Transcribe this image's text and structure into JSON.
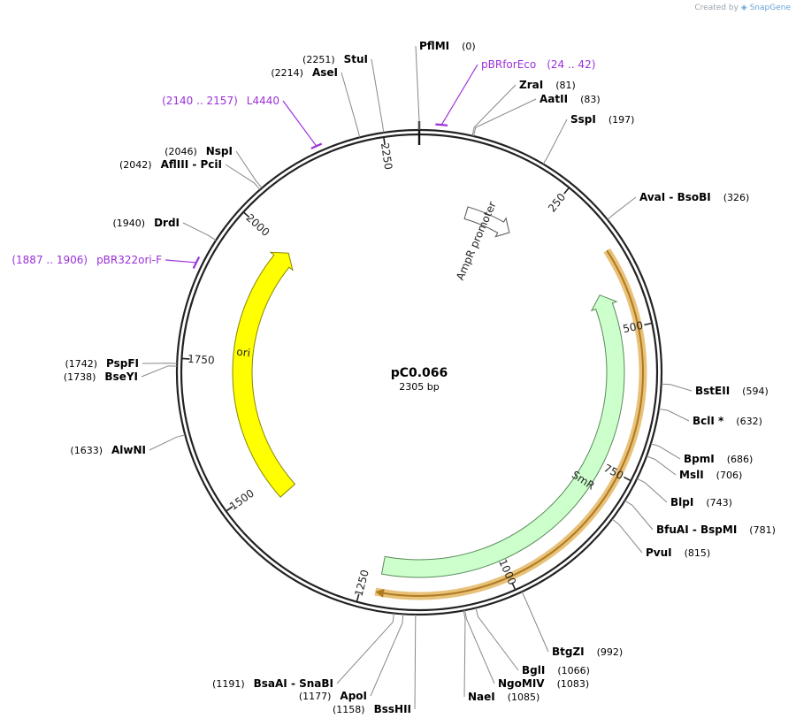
{
  "watermark": {
    "prefix": "Created by",
    "brand": "SnapGene"
  },
  "plasmid": {
    "name": "pC0.066",
    "size_label": "2305 bp",
    "length": 2305
  },
  "ticks": [
    {
      "pos": 250,
      "label": "250"
    },
    {
      "pos": 500,
      "label": "500"
    },
    {
      "pos": 750,
      "label": "750"
    },
    {
      "pos": 1000,
      "label": "1000"
    },
    {
      "pos": 1250,
      "label": "1250"
    },
    {
      "pos": 1500,
      "label": "1500"
    },
    {
      "pos": 1750,
      "label": "1750"
    },
    {
      "pos": 2000,
      "label": "2000"
    },
    {
      "pos": 2250,
      "label": "2250"
    }
  ],
  "features": [
    {
      "name": "AmpR promoter",
      "start": 105,
      "end": 210,
      "direction": 1,
      "color": "#ffffff",
      "stroke": "#555555"
    },
    {
      "name": "SmR",
      "start": 428,
      "end": 1220,
      "direction": -1,
      "color": "#ccffcc",
      "stroke": "#5a8a5a"
    },
    {
      "name": "ori",
      "start": 1460,
      "end": 2000,
      "direction": 1,
      "color": "#ffff00",
      "stroke": "#888800"
    }
  ],
  "highlight": {
    "start": 365,
    "end": 1225,
    "color": "#e8c27a",
    "inner": "#b07a20"
  },
  "sites": [
    {
      "name": "PflMI",
      "pos": 0,
      "label_pos": "(0)"
    },
    {
      "name": "ZraI",
      "pos": 81,
      "label_pos": "(81)"
    },
    {
      "name": "AatII",
      "pos": 83,
      "label_pos": "(83)"
    },
    {
      "name": "SspI",
      "pos": 197,
      "label_pos": "(197)"
    },
    {
      "name": "AvaI  -  BsoBI",
      "pos": 326,
      "label_pos": "(326)"
    },
    {
      "name": "BstEII",
      "pos": 594,
      "label_pos": "(594)"
    },
    {
      "name": "BclI *",
      "pos": 632,
      "label_pos": "(632)"
    },
    {
      "name": "BpmI",
      "pos": 686,
      "label_pos": "(686)"
    },
    {
      "name": "MslI",
      "pos": 706,
      "label_pos": "(706)"
    },
    {
      "name": "BlpI",
      "pos": 743,
      "label_pos": "(743)"
    },
    {
      "name": "BfuAI  -  BspMI",
      "pos": 781,
      "label_pos": "(781)"
    },
    {
      "name": "PvuI",
      "pos": 815,
      "label_pos": "(815)"
    },
    {
      "name": "BtgZI",
      "pos": 992,
      "label_pos": "(992)"
    },
    {
      "name": "BglI",
      "pos": 1066,
      "label_pos": "(1066)"
    },
    {
      "name": "NgoMIV",
      "pos": 1083,
      "label_pos": "(1083)"
    },
    {
      "name": "NaeI",
      "pos": 1085,
      "label_pos": "(1085)"
    },
    {
      "name": "BssHII",
      "pos": 1158,
      "label_pos": "(1158)"
    },
    {
      "name": "ApoI",
      "pos": 1177,
      "label_pos": "(1177)"
    },
    {
      "name": "BsaAI  -  SnaBI",
      "pos": 1191,
      "label_pos": "(1191)"
    },
    {
      "name": "AlwNI",
      "pos": 1633,
      "label_pos": "(1633)"
    },
    {
      "name": "BseYI",
      "pos": 1738,
      "label_pos": "(1738)"
    },
    {
      "name": "PspFI",
      "pos": 1742,
      "label_pos": "(1742)"
    },
    {
      "name": "DrdI",
      "pos": 1940,
      "label_pos": "(1940)"
    },
    {
      "name": "AflIII  -  PciI",
      "pos": 2042,
      "label_pos": "(2042)"
    },
    {
      "name": "NspI",
      "pos": 2046,
      "label_pos": "(2046)"
    },
    {
      "name": "AseI",
      "pos": 2214,
      "label_pos": "(2214)"
    },
    {
      "name": "StuI",
      "pos": 2251,
      "label_pos": "(2251)"
    }
  ],
  "primers": [
    {
      "name": "pBRforEco",
      "range": "(24 .. 42)",
      "start": 24,
      "end": 42,
      "color": "#9b30d9"
    },
    {
      "name": "L4440",
      "range": "(2140 .. 2157)",
      "start": 2140,
      "end": 2157,
      "color": "#9b30d9"
    },
    {
      "name": "pBR322ori-F",
      "range": "(1887 .. 1906)",
      "start": 1887,
      "end": 1906,
      "color": "#9b30d9"
    }
  ]
}
